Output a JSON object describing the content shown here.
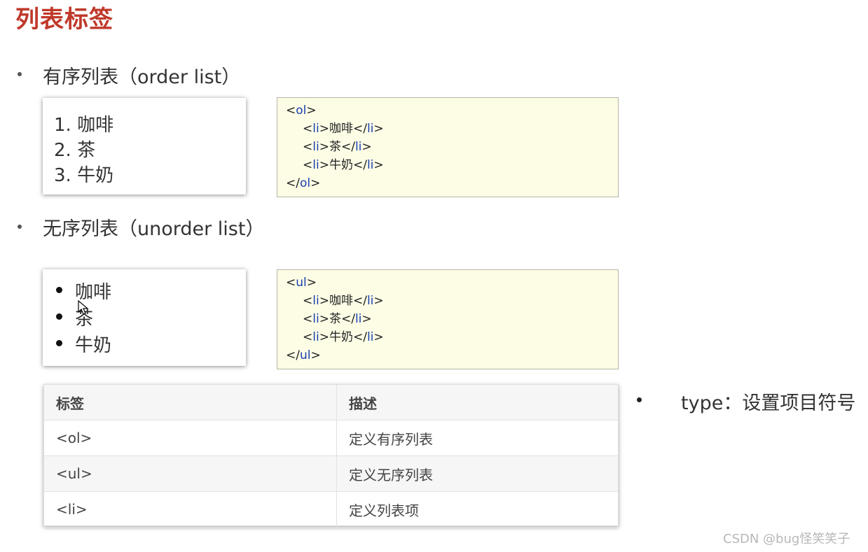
{
  "title": "列表标签",
  "ordered": {
    "heading": "有序列表（order list）",
    "items": [
      "1. 咖啡",
      "2. 茶",
      "3. 牛奶"
    ],
    "code": {
      "open_lt": "<",
      "open_tag": "ol",
      "open_gt": ">",
      "lines": [
        {
          "a": "<",
          "t1": "li",
          "b": ">",
          "text": "咖啡",
          "c": "</",
          "t2": "li",
          "d": ">"
        },
        {
          "a": "<",
          "t1": "li",
          "b": ">",
          "text": "茶",
          "c": "</",
          "t2": "li",
          "d": ">"
        },
        {
          "a": "<",
          "t1": "li",
          "b": ">",
          "text": "牛奶",
          "c": "</",
          "t2": "li",
          "d": ">"
        }
      ],
      "close_lt": "</",
      "close_tag": "ol",
      "close_gt": ">"
    }
  },
  "unordered": {
    "heading": "无序列表（unorder list）",
    "items": [
      "咖啡",
      "茶",
      "牛奶"
    ],
    "code": {
      "open_lt": "<",
      "open_tag": "ul",
      "open_gt": ">",
      "lines": [
        {
          "a": "<",
          "t1": "li",
          "b": ">",
          "text": "咖啡",
          "c": "</",
          "t2": "li",
          "d": ">"
        },
        {
          "a": "<",
          "t1": "li",
          "b": ">",
          "text": "茶",
          "c": "</",
          "t2": "li",
          "d": ">"
        },
        {
          "a": "<",
          "t1": "li",
          "b": ">",
          "text": "牛奶",
          "c": "</",
          "t2": "li",
          "d": ">"
        }
      ],
      "close_lt": "</",
      "close_tag": "ul",
      "close_gt": ">"
    }
  },
  "table": {
    "headers": [
      "标签",
      "描述"
    ],
    "rows": [
      [
        "<ol>",
        "定义有序列表"
      ],
      [
        "<ul>",
        "定义无序列表"
      ],
      [
        "<li>",
        "定义列表项"
      ]
    ]
  },
  "side_note": "type：设置项目符号",
  "watermark": "CSDN @bug怪笑笑子",
  "colors": {
    "title": "#c0392b",
    "tag": "#1a3fae",
    "code_bg": "#fdfde6"
  }
}
